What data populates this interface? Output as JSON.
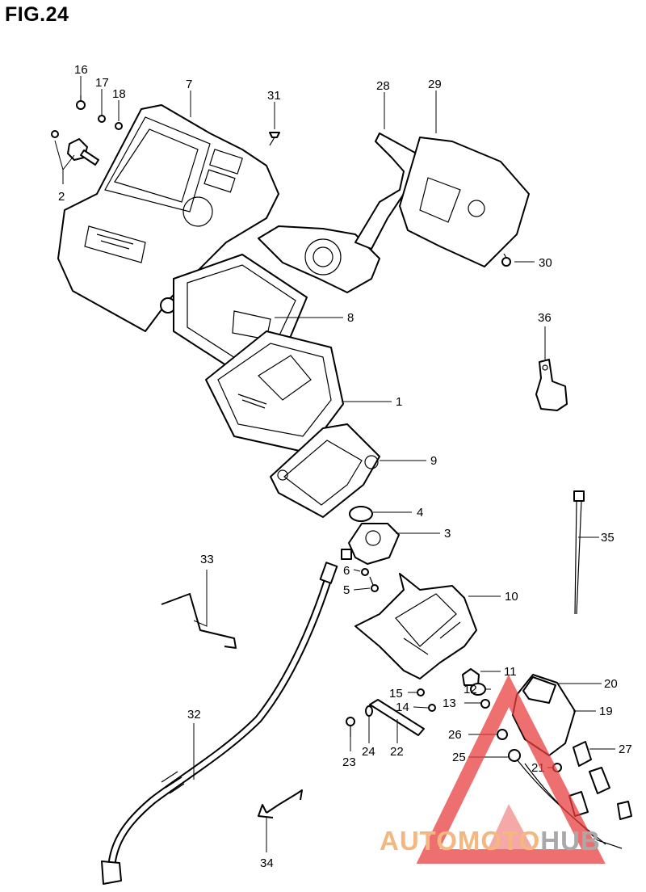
{
  "figure": {
    "title": "FIG.24"
  },
  "callouts": [
    {
      "id": "1",
      "label": "1"
    },
    {
      "id": "2",
      "label": "2"
    },
    {
      "id": "3",
      "label": "3"
    },
    {
      "id": "4",
      "label": "4"
    },
    {
      "id": "5",
      "label": "5"
    },
    {
      "id": "6",
      "label": "6"
    },
    {
      "id": "7",
      "label": "7"
    },
    {
      "id": "8",
      "label": "8"
    },
    {
      "id": "9",
      "label": "9"
    },
    {
      "id": "10",
      "label": "10"
    },
    {
      "id": "11",
      "label": "11"
    },
    {
      "id": "12",
      "label": "12"
    },
    {
      "id": "13",
      "label": "13"
    },
    {
      "id": "14",
      "label": "14"
    },
    {
      "id": "15",
      "label": "15"
    },
    {
      "id": "16",
      "label": "16"
    },
    {
      "id": "17",
      "label": "17"
    },
    {
      "id": "18",
      "label": "18"
    },
    {
      "id": "19",
      "label": "19"
    },
    {
      "id": "20",
      "label": "20"
    },
    {
      "id": "21",
      "label": "21"
    },
    {
      "id": "22",
      "label": "22"
    },
    {
      "id": "23",
      "label": "23"
    },
    {
      "id": "24",
      "label": "24"
    },
    {
      "id": "25",
      "label": "25"
    },
    {
      "id": "26",
      "label": "26"
    },
    {
      "id": "27",
      "label": "27"
    },
    {
      "id": "28",
      "label": "28"
    },
    {
      "id": "29",
      "label": "29"
    },
    {
      "id": "30",
      "label": "30"
    },
    {
      "id": "31",
      "label": "31"
    },
    {
      "id": "32",
      "label": "32"
    },
    {
      "id": "33",
      "label": "33"
    },
    {
      "id": "34",
      "label": "34"
    },
    {
      "id": "35",
      "label": "35"
    },
    {
      "id": "36",
      "label": "36"
    }
  ],
  "watermark": {
    "part_a": "AUTOMOTO",
    "part_b": "HUB",
    "color_a": "#f3b77f",
    "color_b": "#a9a9a9",
    "logo_color": "#e8403f"
  }
}
